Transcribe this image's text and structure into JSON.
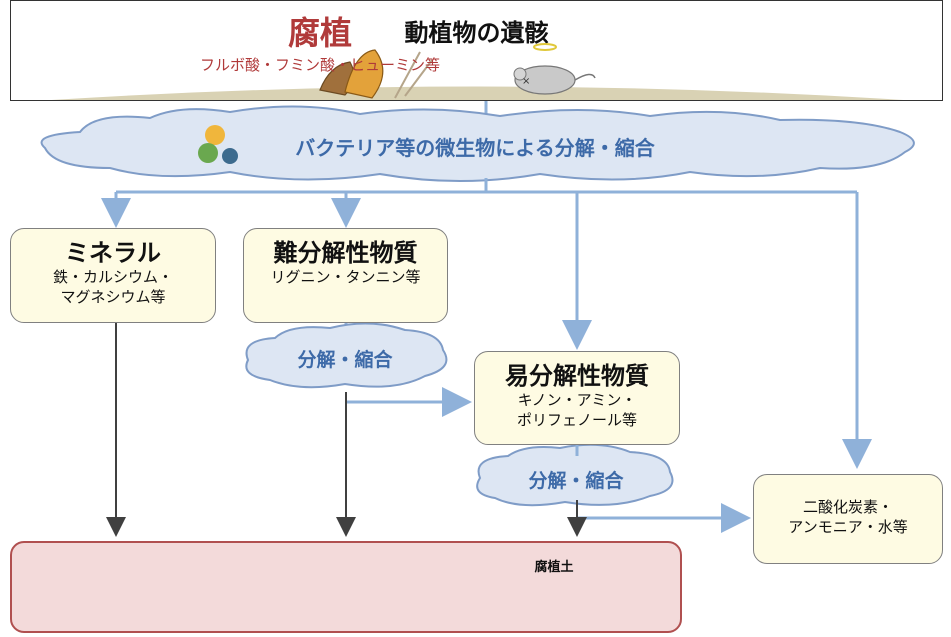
{
  "top": {
    "title": "動植物の遺骸"
  },
  "bacteria": {
    "label": "バクテリア等の微生物による分解・縮合"
  },
  "mineral": {
    "title": "ミネラル",
    "sub1": "鉄・カルシウム・",
    "sub2": "マグネシウム等"
  },
  "refractory": {
    "title": "難分解性物質",
    "sub1": "リグニン・タンニン等"
  },
  "decomp1": {
    "label": "分解・縮合"
  },
  "labile": {
    "title": "易分解性物質",
    "sub1": "キノン・アミン・",
    "sub2": "ポリフェノール等"
  },
  "decomp2": {
    "label": "分解・縮合"
  },
  "co2": {
    "sub1": "二酸化炭素・",
    "sub2": "アンモニア・水等"
  },
  "humus": {
    "title": "腐植",
    "sub": "フルボ酸・フミン酸・ヒューミン等",
    "bag_label": "腐植土"
  },
  "colors": {
    "arrow_blue": "#8fb1d9",
    "arrow_dark": "#404040",
    "cloud_fill": "#dde6f3",
    "cloud_stroke": "#7f9cc7",
    "humus_red": "#b03a3a",
    "box_fill": "#fefbe3"
  }
}
